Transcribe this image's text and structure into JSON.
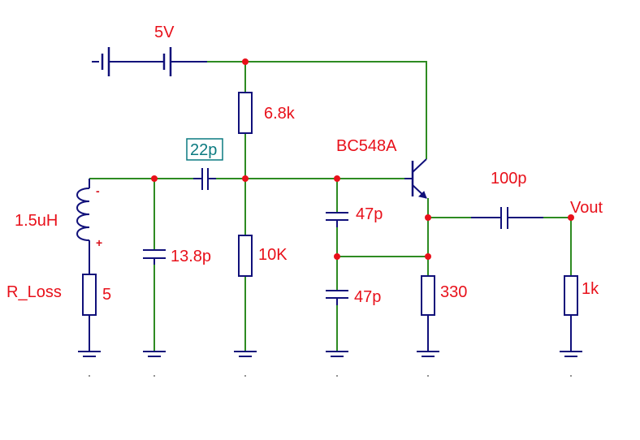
{
  "labels": {
    "supply": "5V",
    "r_top": "6.8k",
    "c_coupling": "22p",
    "transistor": "BC548A",
    "c_out": "100p",
    "vout": "Vout",
    "inductor": "1.5uH",
    "c_tank": "13.8p",
    "r_bottom": "10K",
    "c_fb1": "47p",
    "c_fb2": "47p",
    "r_emitter": "330",
    "r_load": "1k",
    "r_loss_name": "R_Loss",
    "r_loss_value": "5",
    "inductor_minus": "-",
    "inductor_plus": "+"
  },
  "colors": {
    "wire": "#2e8b22",
    "component": "#10107a",
    "label": "#e8101a",
    "highlight_label": "#0b7a80",
    "node": "#e8101a"
  }
}
